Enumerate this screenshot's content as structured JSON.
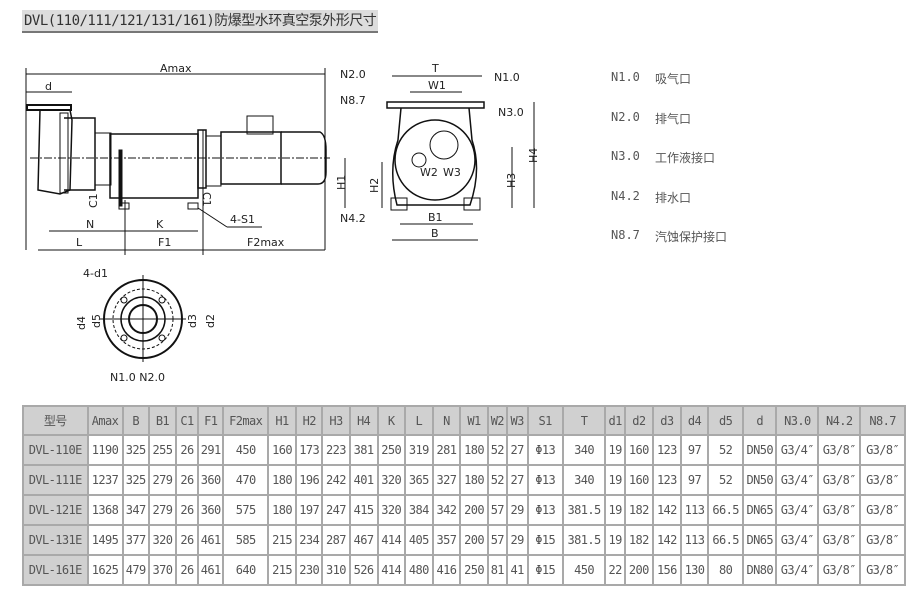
{
  "title": "DVL(110/111/121/131/161)防爆型水环真空泵外形尺寸",
  "drawing": {
    "side_labels": {
      "amax": "Amax",
      "d": "d",
      "c1": "C1",
      "n": "N",
      "k": "K",
      "l": "L",
      "f1": "F1",
      "f2max": "F2max",
      "h1": "H1",
      "s1": "4-S1"
    },
    "front_labels": {
      "t": "T",
      "w1": "W1",
      "n2": "N2.0",
      "n1": "N1.0",
      "n87": "N8.7",
      "n3": "N3.0",
      "n42": "N4.2",
      "h2": "H2",
      "h3": "H3",
      "h4": "H4",
      "w2": "W2",
      "w3": "W3",
      "b1": "B1",
      "b": "B"
    },
    "flange_labels": {
      "d1": "4-d1",
      "d4": "d4",
      "d5": "d5",
      "d3": "d3",
      "d2": "d2",
      "caption": "N1.0 N2.0"
    }
  },
  "legend": [
    {
      "code": "N1.0",
      "desc": "吸气口"
    },
    {
      "code": "N2.0",
      "desc": "排气口"
    },
    {
      "code": "N3.0",
      "desc": "工作液接口"
    },
    {
      "code": "N4.2",
      "desc": "排水口"
    },
    {
      "code": "N8.7",
      "desc": "汽蚀保护接口"
    }
  ],
  "table": {
    "headers": [
      "型号",
      "Amax",
      "B",
      "B1",
      "C1",
      "F1",
      "F2max",
      "H1",
      "H2",
      "H3",
      "H4",
      "K",
      "L",
      "N",
      "W1",
      "W2",
      "W3",
      "S1",
      "T",
      "d1",
      "d2",
      "d3",
      "d4",
      "d5",
      "d",
      "N3.0",
      "N4.2",
      "N8.7"
    ],
    "rows": [
      [
        "DVL-110E",
        "1190",
        "325",
        "255",
        "26",
        "291",
        "450",
        "160",
        "173",
        "223",
        "381",
        "250",
        "319",
        "281",
        "180",
        "52",
        "27",
        "Φ13",
        "340",
        "19",
        "160",
        "123",
        "97",
        "52",
        "DN50",
        "G3/4″",
        "G3/8″",
        "G3/8″"
      ],
      [
        "DVL-111E",
        "1237",
        "325",
        "279",
        "26",
        "360",
        "470",
        "180",
        "196",
        "242",
        "401",
        "320",
        "365",
        "327",
        "180",
        "52",
        "27",
        "Φ13",
        "340",
        "19",
        "160",
        "123",
        "97",
        "52",
        "DN50",
        "G3/4″",
        "G3/8″",
        "G3/8″"
      ],
      [
        "DVL-121E",
        "1368",
        "347",
        "279",
        "26",
        "360",
        "575",
        "180",
        "197",
        "247",
        "415",
        "320",
        "384",
        "342",
        "200",
        "57",
        "29",
        "Φ13",
        "381.5",
        "19",
        "182",
        "142",
        "113",
        "66.5",
        "DN65",
        "G3/4″",
        "G3/8″",
        "G3/8″"
      ],
      [
        "DVL-131E",
        "1495",
        "377",
        "320",
        "26",
        "461",
        "585",
        "215",
        "234",
        "287",
        "467",
        "414",
        "405",
        "357",
        "200",
        "57",
        "29",
        "Φ15",
        "381.5",
        "19",
        "182",
        "142",
        "113",
        "66.5",
        "DN65",
        "G3/4″",
        "G3/8″",
        "G3/8″"
      ],
      [
        "DVL-161E",
        "1625",
        "479",
        "370",
        "26",
        "461",
        "640",
        "215",
        "230",
        "310",
        "526",
        "414",
        "480",
        "416",
        "250",
        "81",
        "41",
        "Φ15",
        "450",
        "22",
        "200",
        "156",
        "130",
        "80",
        "DN80",
        "G3/4″",
        "G3/8″",
        "G3/8″"
      ]
    ]
  }
}
